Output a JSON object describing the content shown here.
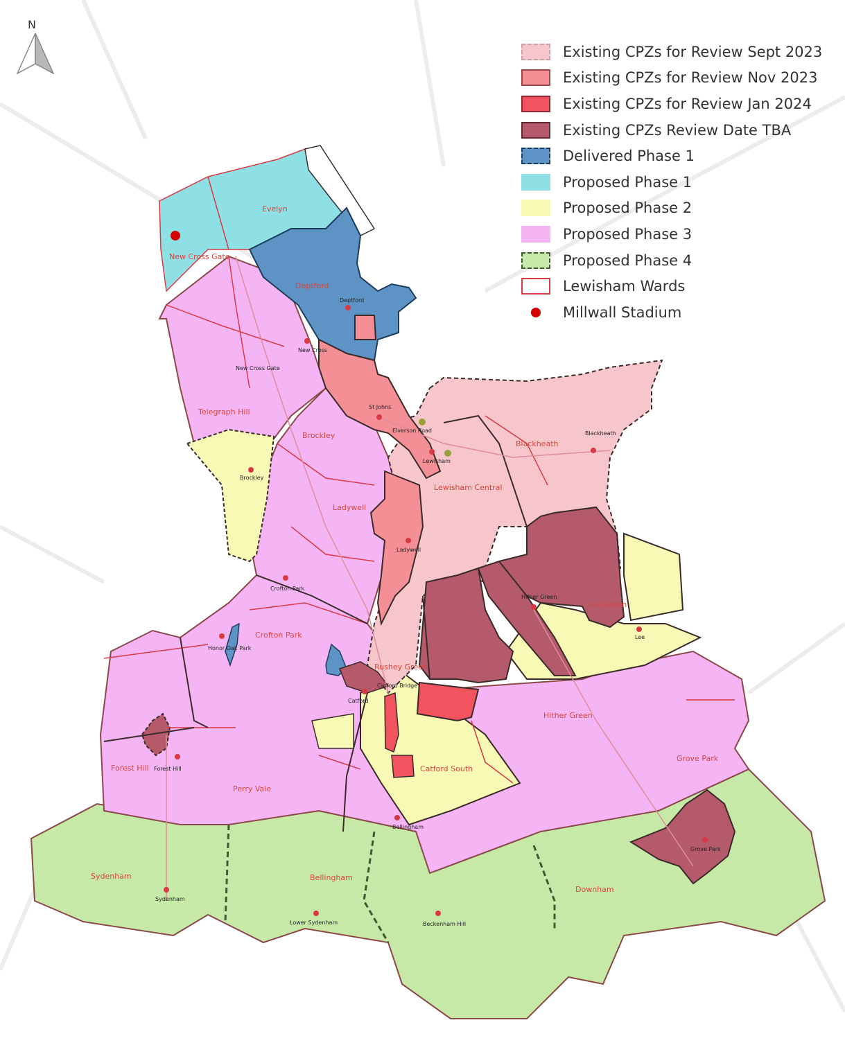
{
  "north_label": "N",
  "legend": [
    {
      "label": "Existing CPZs for Review Sept 2023",
      "fill": "#f7c6cb",
      "border": "#c9a0a4",
      "dashed": true
    },
    {
      "label": "Existing CPZs for Review Nov 2023",
      "fill": "#f48f96",
      "border": "#a0444b",
      "dashed": false
    },
    {
      "label": "Existing CPZs for Review Jan 2024",
      "fill": "#f1535f",
      "border": "#8e2a33",
      "dashed": false
    },
    {
      "label": "Existing CPZs Review Date TBA",
      "fill": "#b45a6a",
      "border": "#5e2733",
      "dashed": false
    },
    {
      "label": "Delivered Phase 1",
      "fill": "#5e93c6",
      "border": "#1f3b5c",
      "dashed": true
    },
    {
      "label": "Proposed Phase 1",
      "fill": "#8fe0e5",
      "border": "#8fe0e5",
      "dashed": false
    },
    {
      "label": "Proposed Phase 2",
      "fill": "#f7f9b5",
      "border": "#f7f9b5",
      "dashed": false
    },
    {
      "label": "Proposed Phase 3",
      "fill": "#f5b5f5",
      "border": "#f5b5f5",
      "dashed": false
    },
    {
      "label": "Proposed Phase 4",
      "fill": "#c6e9a8",
      "border": "#3f5a32",
      "dashed": true
    },
    {
      "label": "Lewisham Wards",
      "fill": "#ffffff",
      "border": "#d83a44",
      "dashed": false
    },
    {
      "label": "Millwall Stadium",
      "marker": "dot",
      "fill": "#d40000"
    }
  ],
  "ward_labels": {
    "evelyn": "Evelyn",
    "new_cross_gate_ward": "New Cross Gate",
    "deptford": "Deptford",
    "telegraph_hill": "Telegraph Hill",
    "brockley": "Brockley",
    "blackheath": "Blackheath",
    "lewisham_central": "Lewisham Central",
    "ladywell": "Ladywell",
    "lee_green": "Lee Green",
    "crofton_park": "Crofton Park",
    "rushey_green": "Rushey Green",
    "hither_green": "Hither Green",
    "forest_hill": "Forest Hill",
    "perry_vale": "Perry Vale",
    "catford_south": "Catford South",
    "grove_park": "Grove Park",
    "sydenham": "Sydenham",
    "bellingham": "Bellingham",
    "downham": "Downham"
  },
  "station_labels": {
    "deptford": "Deptford",
    "new_cross": "New Cross",
    "new_cross_gate": "New Cross Gate",
    "st_johns": "St Johns",
    "lewisham": "Lewisham",
    "elverson_road": "Elverson Road",
    "blackheath": "Blackheath",
    "brockley": "Brockley",
    "ladywell": "Ladywell",
    "hither_green": "Hither Green",
    "lee": "Lee",
    "crofton_park": "Crofton Park",
    "honor_oak_park": "Honor Oak Park",
    "catford_bridge": "Catford Bridge",
    "catford": "Catford",
    "forest_hill": "Forest Hill",
    "bellingham": "Bellingham",
    "grove_park": "Grove Park",
    "sydenham": "Sydenham",
    "lower_sydenham": "Lower Sydenham",
    "beckenham_hill": "Beckenham Hill"
  },
  "colors": {
    "background": "#ffffff",
    "street_grey": "#e9e9e9",
    "ward_line": "#d83a44",
    "boundary_dark": "#3a2a2a",
    "phase4_line": "#3f5a32",
    "millwall": "#d40000"
  }
}
